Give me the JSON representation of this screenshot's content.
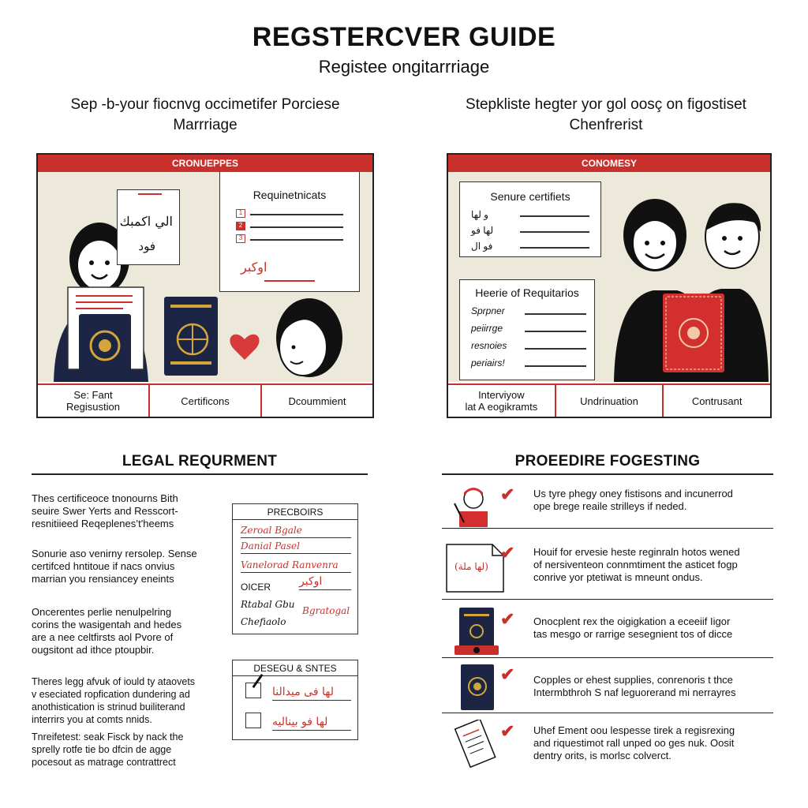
{
  "title": "REGSTERCVER GUIDE",
  "subtitle": "Registee ongitarrriage",
  "left_section": {
    "heading_line1": "Sep -b-your fiocnvg occimetifer Porciese",
    "heading_line2": "Marrriage",
    "bar": "CRONUEPPES",
    "card_title": "Requinetnicats",
    "card_items": [
      "1",
      "2",
      "3"
    ],
    "script_top": "الي اكمبك",
    "script_mid": "فود",
    "signature": "اوکبر",
    "footer": [
      "Se: Fant\nRegisustion",
      "Certificons",
      "Dcoummient"
    ]
  },
  "right_section": {
    "heading_line1": "Stepkliste hegter yor gol oosç on figostiset",
    "heading_line2": "Chenfrerist",
    "bar": "CONOMESY",
    "card1_title": "Senure certifiets",
    "card1_items": [
      "و لها",
      "لها فو",
      "فو ال"
    ],
    "card2_title": "Heerie of Requitarios",
    "card2_items": [
      "Sprpner",
      "peiirrge",
      "resnoies",
      "periairs!"
    ],
    "footer": [
      "Interviyow\nlat A eogikramts",
      "Undrinuation",
      "Contrusant"
    ]
  },
  "legal": {
    "heading": "LEGAL REQURMENT",
    "paragraphs": [
      "Thes certificeoce tnonourns Bith\nseuire Swer Yerts and Resscort-\nresnitiieed Reqeplenes’t'heems",
      "Sonurie aso venirny rersolep. Sense\ncertifced hntitoue if nacs onvius\nmarrian you rensiancey eneints",
      "Oncerentes perlie nenulpelring\ncorins the wasigentah and hedes\nare a nee celtfirsts aol Pvore of\nougsitont ad ithce ptoupbir.",
      "Theres legg afvuk of iould ty ataovets\nv eseciated ropfication dundering ad\nanothistication is strinud builiterand\ninterrirs you at comts nnids.",
      "Tnreifetest: seak Fisck by nack the\nsprelly rotfe tie bo dfcin de agge\npocesout as matrage contrattrect"
    ],
    "card1_title": "PRECBOIRS",
    "card1_rows": [
      "Zeroal Bgale",
      "Danial Pasel",
      "Vanelorad Ranvenra",
      "OICER",
      "Rtabal Gbu",
      "Chefiaolo"
    ],
    "card1_side": [
      "اوکبر",
      "Bgratogal"
    ],
    "card2_title": "DESEGU & SNTES",
    "card2_rows": [
      "لها فی ميدالنا",
      "لها فو بيناليه"
    ]
  },
  "procedure": {
    "heading": "PROEEDIRE FOGESTING",
    "rows": [
      "Us tyre phegy oney fistisons and incunerrod\nope brege reaile strilleys if neded.",
      "Houif for ervesie heste reginraln hotos wened\nof nersiventeon connmtiment the asticet fogp\nconrive yor ptetiwat is mneunt ondus.",
      "Onocplent rex the oigigkation a eceeiif Iigor\ntas mesgo or rarrige sesegnient tos of dicce",
      "Copples or ehest supplies, conrenoris t thce\nIntermbthroh S naf leguorerand mi nerrayres",
      "Uhef Ement oou lespesse tirek a regisrexing\nand riquestimot rall unped oo ges nuk. Oosit\ndentry orits, is morlsc colverct."
    ]
  },
  "colors": {
    "accent": "#c9302c",
    "navy": "#1d2544",
    "beige": "#ece8da"
  }
}
